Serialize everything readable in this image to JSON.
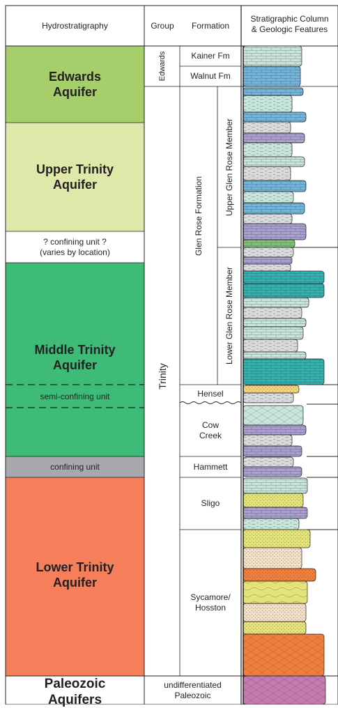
{
  "headers": {
    "hydrostratigraphy": "Hydrostratigraphy",
    "group": "Group",
    "formation": "Formation",
    "column_line1": "Stratigraphic Column",
    "column_line2": "& Geologic Features"
  },
  "hydro_units": [
    {
      "line1": "Edwards",
      "line2": "Aquifer",
      "color": "#a6cf6b"
    },
    {
      "line1": "Upper Trinity",
      "line2": "Aquifer",
      "color": "#dfe8a8"
    },
    {
      "line1": "? confining unit ?",
      "line2": "(varies by location)",
      "color": "#ffffff"
    },
    {
      "line1": "Middle Trinity",
      "line2": "Aquifer",
      "color": "#3dbb77"
    },
    {
      "line1": "semi-confining unit",
      "line2": "",
      "color": "#3dbb77"
    },
    {
      "line1": "confining unit",
      "line2": "",
      "color": "#a7a9ac"
    },
    {
      "line1": "Lower Trinity",
      "line2": "Aquifer",
      "color": "#f47f5a"
    },
    {
      "line1": "Paleozoic",
      "line2": "Aquifers",
      "color": "#ffffff"
    }
  ],
  "groups": {
    "edwards": "Edwards",
    "trinity": "Trinity",
    "paleozoic_line1": "undifferentiated",
    "paleozoic_line2": "Paleozoic"
  },
  "formations": {
    "kainer": "Kainer Fm",
    "walnut": "Walnut Fm",
    "glen_rose": "Glen Rose Formation",
    "upper_glen_rose": "Upper Glen Rose Member",
    "lower_glen_rose": "Lower Glen Rose Member",
    "hensel": "Hensel",
    "cow_creek_line1": "Cow",
    "cow_creek_line2": "Creek",
    "hammett": "Hammett",
    "sligo": "Sligo",
    "sycamore_line1": "Sycamore/",
    "sycamore_line2": "Hosston"
  },
  "lithology_colors": {
    "limestone_light": "#c6e6dc",
    "limestone_blue": "#6fb7e0",
    "limestone_purple": "#a99fd1",
    "limestone_teal": "#2db3b0",
    "limestone_green": "#7cc576",
    "shale_gray": "#d9dadb",
    "shale_dark": "#a7a9ac",
    "sandstone_yellow": "#e4e37a",
    "sandstone_tan": "#f1e0c8",
    "sandstone_orange": "#f07f3c",
    "paleozoic_magenta": "#c67bb0",
    "sand_hensel": "#f3d27f"
  }
}
